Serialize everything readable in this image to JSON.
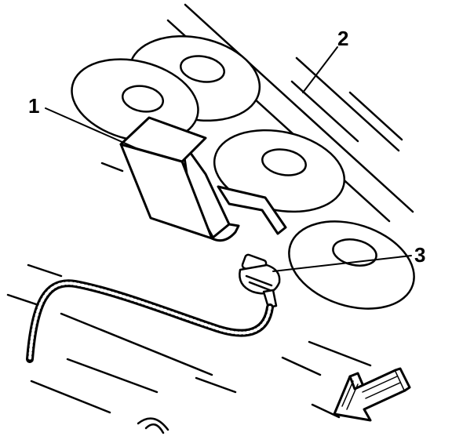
{
  "callouts": [
    {
      "id": "1",
      "label": "1"
    },
    {
      "id": "2",
      "label": "2"
    },
    {
      "id": "3",
      "label": "3"
    }
  ],
  "colors": {
    "ink": "#000000",
    "paper": "#ffffff"
  },
  "icons": {
    "direction_arrow": "arrow-front-of-vehicle-icon"
  }
}
